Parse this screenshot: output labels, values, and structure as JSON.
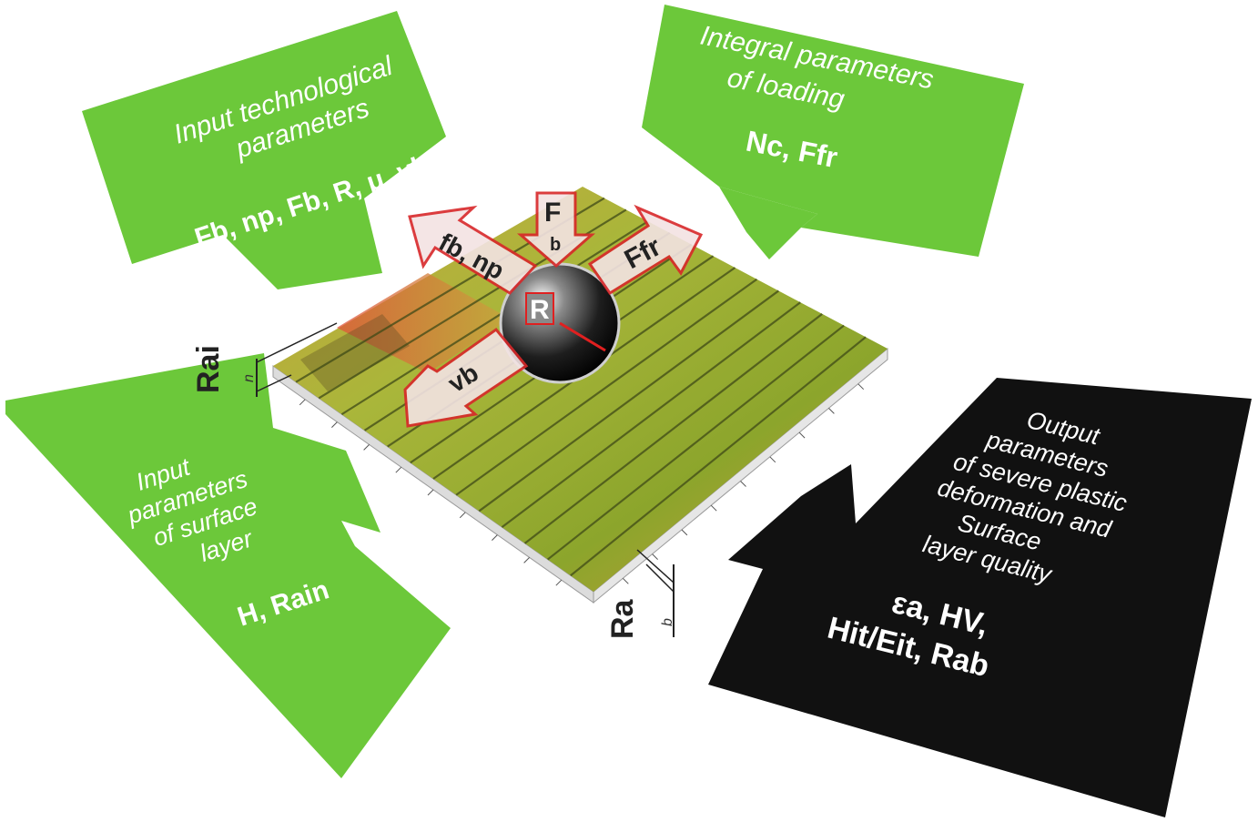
{
  "boxes": {
    "input_tech": {
      "title_lines": [
        "Input technological",
        "parameters"
      ],
      "symbols": "Fb, np, Fb, R, μ, vb"
    },
    "integral": {
      "title_lines": [
        "Integral parameters",
        "of loading"
      ],
      "symbols": "Nc, Ffr"
    },
    "surface": {
      "title_lines": [
        "Input",
        "parameters",
        "of surface",
        "layer"
      ],
      "symbols": "H, Rain"
    },
    "output": {
      "title_lines": [
        "Output",
        "parameters",
        "of severe plastic",
        "deformation and",
        "Surface",
        "layer quality"
      ],
      "symbols_line1": "εa, HV,",
      "symbols_line2": "Hit/Eit, Rab"
    }
  },
  "arrows": {
    "force_top": "F",
    "force_top_sub": "b",
    "feed": "fb, np",
    "friction": "Ffr",
    "velocity": "vb",
    "radius": "R"
  },
  "profile_labels": {
    "initial": "Rai",
    "initial_sub": "n",
    "final": "Ra",
    "final_sub": "b"
  },
  "colors": {
    "green": "#6cc83a",
    "black": "#111111",
    "arrow_red": "#d8282a",
    "arrow_fill": "#f3e3e3"
  }
}
